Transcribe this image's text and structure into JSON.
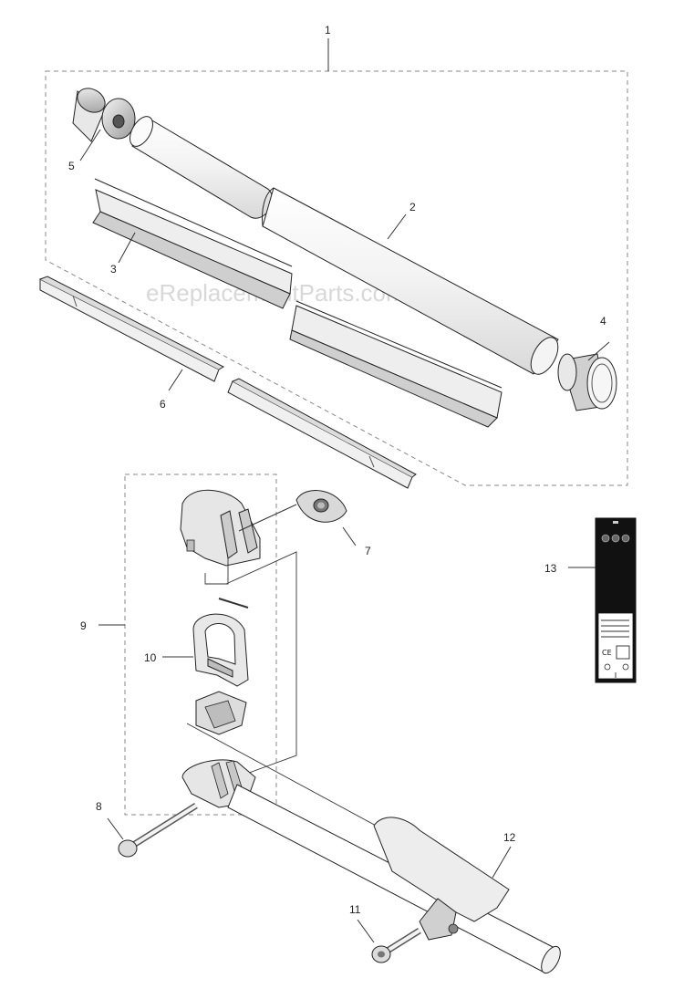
{
  "watermark": "eReplacementParts.com",
  "callouts": {
    "c1": "1",
    "c2": "2",
    "c3": "3",
    "c4": "4",
    "c5": "5",
    "c6": "6",
    "c7": "7",
    "c8": "8",
    "c9": "9",
    "c10": "10",
    "c11": "11",
    "c12": "12",
    "c13": "13"
  },
  "decal": {
    "badge_mark": "CE"
  }
}
